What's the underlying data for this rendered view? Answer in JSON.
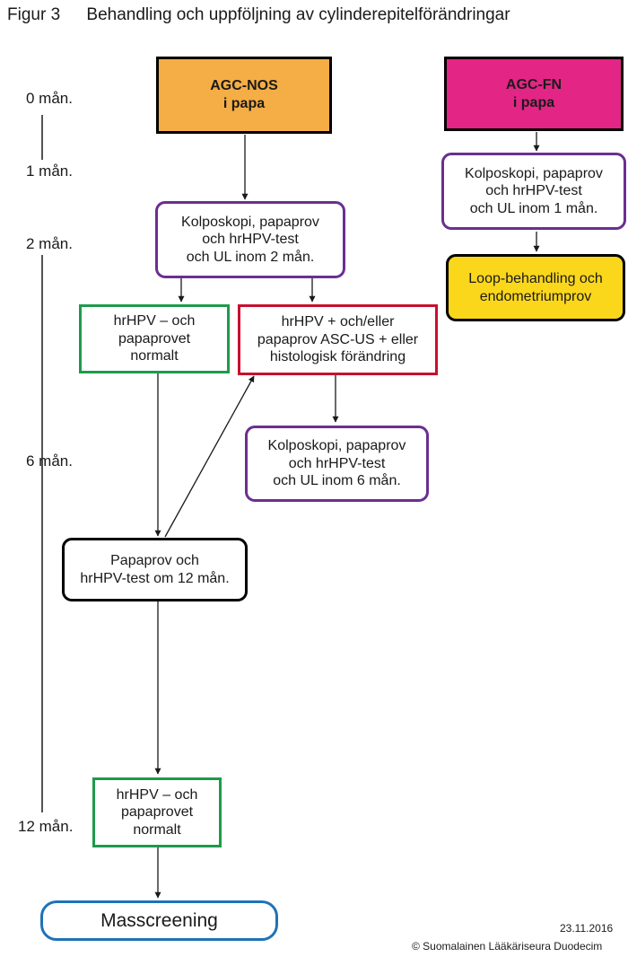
{
  "title": {
    "figure": "Figur 3",
    "text": "Behandling och uppföljning av cylinderepitelförändringar"
  },
  "timeline": [
    "0 mån.",
    "1 mån.",
    "2 mån.",
    "6 mån.",
    "12 mån."
  ],
  "boxes": {
    "agc_nos": {
      "lines": [
        "AGC-NOS",
        "i papa"
      ],
      "fill": "#f5ad45",
      "border": "#000000"
    },
    "agc_fn": {
      "lines": [
        "AGC-FN",
        "i papa"
      ],
      "fill": "#e32585",
      "border": "#000000"
    },
    "kolposkopi_1": {
      "lines": [
        "Kolposkopi, papaprov",
        "och hrHPV-test",
        "och UL inom 1 mån."
      ],
      "border": "#6a2f91"
    },
    "loop": {
      "lines": [
        "Loop-behandling och",
        "endometriumprov"
      ],
      "fill": "#fbd71c",
      "border": "#000000"
    },
    "kolposkopi_2": {
      "lines": [
        "Kolposkopi, papaprov",
        "och hrHPV-test",
        "och UL inom 2 mån."
      ],
      "border": "#6a2f91"
    },
    "normal_1": {
      "lines": [
        "hrHPV – och",
        "papaprovet",
        "normalt"
      ],
      "border": "#1e9a4b"
    },
    "positive": {
      "lines": [
        "hrHPV + och/eller",
        "papaprov ASC-US + eller",
        "histologisk förändring"
      ],
      "border": "#c8102e"
    },
    "kolposkopi_6": {
      "lines": [
        "Kolposkopi, papaprov",
        "och hrHPV-test",
        "och UL inom 6 mån."
      ],
      "border": "#6a2f91"
    },
    "papaprov_12": {
      "lines": [
        "Papaprov och",
        "hrHPV-test om 12 mån."
      ],
      "border": "#000000"
    },
    "normal_2": {
      "lines": [
        "hrHPV – och",
        "papaprovet",
        "normalt"
      ],
      "border": "#1e9a4b"
    },
    "masscreening": {
      "lines": [
        "Masscreening"
      ],
      "border": "#1f72b8"
    }
  },
  "footer": {
    "date": "23.11.2016",
    "copyright": "© Suomalainen Lääkäriseura Duodecim"
  }
}
